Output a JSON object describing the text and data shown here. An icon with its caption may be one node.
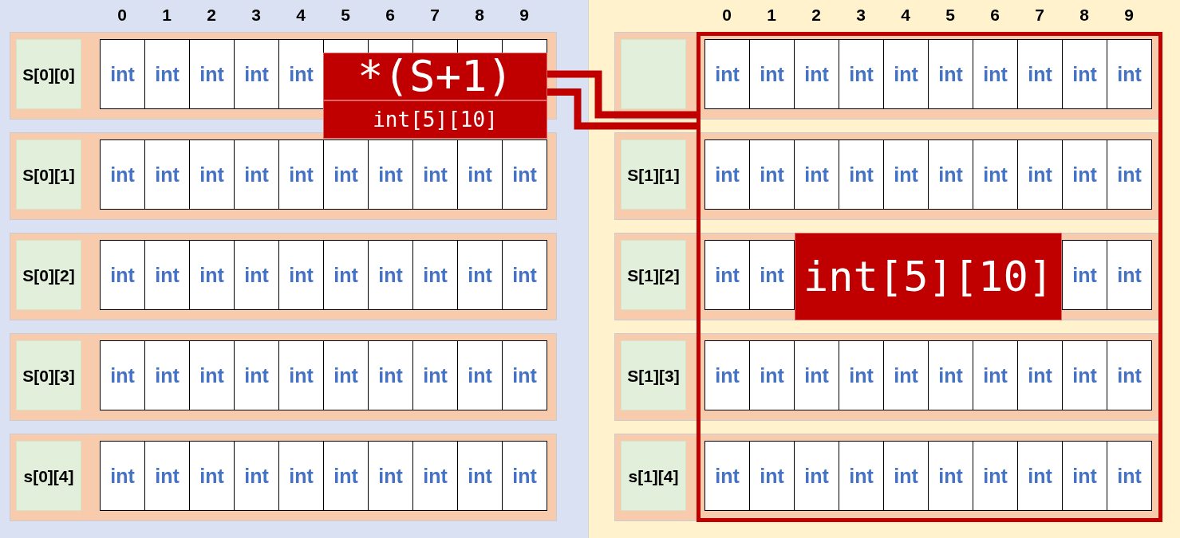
{
  "diagram": {
    "nodes": [
      {
        "text": [],
        "shape": "box"
      },
      {
        "text": [],
        "shape": "box",
        "in": 0
      },
      {
        "text": [
          "S[0][0]"
        ],
        "in": 1
      },
      {
        "text": [
          "int"
        ],
        "in": 1
      },
      {
        "text": [
          "int"
        ],
        "in": 1
      },
      {
        "text": [
          "int"
        ],
        "in": 1
      },
      {
        "text": [
          "int"
        ],
        "in": 1
      },
      {
        "text": [
          "int"
        ],
        "in": 1
      },
      {
        "text": [],
        "shape": "box",
        "in": 1
      },
      {
        "text": [],
        "shape": "box",
        "in": 1
      },
      {
        "text": [],
        "shape": "box",
        "in": 1
      },
      {
        "text": [],
        "shape": "box",
        "in": 1
      },
      {
        "text": [],
        "shape": "box",
        "in": 1
      },
      {
        "text": [
          "*(S+1)"
        ],
        "in": 1
      },
      {
        "text": [
          "int[5][10]"
        ],
        "in": 0
      },
      {
        "text": [],
        "shape": "box",
        "in": 0
      },
      {
        "text": [
          "S[0][1]"
        ],
        "in": 15
      },
      {
        "text": [
          "int"
        ],
        "in": 15
      },
      {
        "text": [
          "int"
        ],
        "in": 15
      },
      {
        "text": [
          "int"
        ],
        "in": 15
      },
      {
        "text": [
          "int"
        ],
        "in": 15
      },
      {
        "text": [
          "int"
        ],
        "in": 15
      },
      {
        "text": [
          "int"
        ],
        "in": 15
      },
      {
        "text": [
          "int"
        ],
        "in": 15
      },
      {
        "text": [
          "int"
        ],
        "in": 15
      },
      {
        "text": [
          "int"
        ],
        "in": 15
      },
      {
        "text": [
          "int"
        ],
        "in": 15
      },
      {
        "text": [],
        "shape": "box",
        "in": 0
      },
      {
        "text": [
          "S[0][2]"
        ],
        "in": 27
      },
      {
        "text": [
          "int"
        ],
        "in": 27
      },
      {
        "text": [
          "int"
        ],
        "in": 27
      },
      {
        "text": [
          "int"
        ],
        "in": 27
      },
      {
        "text": [
          "int"
        ],
        "in": 27
      },
      {
        "text": [
          "int"
        ],
        "in": 27
      },
      {
        "text": [
          "int"
        ],
        "in": 27
      },
      {
        "text": [
          "int"
        ],
        "in": 27
      },
      {
        "text": [
          "int"
        ],
        "in": 27
      },
      {
        "text": [
          "int"
        ],
        "in": 27
      },
      {
        "text": [
          "int"
        ],
        "in": 27
      },
      {
        "text": [],
        "shape": "box",
        "in": 0
      },
      {
        "text": [
          "S[0][3]"
        ],
        "in": 39
      },
      {
        "text": [
          "int"
        ],
        "in": 39
      },
      {
        "text": [
          "int"
        ],
        "in": 39
      },
      {
        "text": [
          "int"
        ],
        "in": 39
      },
      {
        "text": [
          "int"
        ],
        "in": 39
      },
      {
        "text": [
          "int"
        ],
        "in": 39
      },
      {
        "text": [
          "int"
        ],
        "in": 39
      },
      {
        "text": [
          "int"
        ],
        "in": 39
      },
      {
        "text": [
          "int"
        ],
        "in": 39
      },
      {
        "text": [
          "int"
        ],
        "in": 39
      },
      {
        "text": [
          "int"
        ],
        "in": 39
      },
      {
        "text": [],
        "shape": "box",
        "in": 0
      },
      {
        "text": [
          "s[0][4]"
        ],
        "in": 51
      },
      {
        "text": [
          "int"
        ],
        "in": 51
      },
      {
        "text": [
          "int"
        ],
        "in": 51
      },
      {
        "text": [
          "int"
        ],
        "in": 51
      },
      {
        "text": [
          "int"
        ],
        "in": 51
      },
      {
        "text": [
          "int"
        ],
        "in": 51
      },
      {
        "text": [
          "int"
        ],
        "in": 51
      },
      {
        "text": [
          "int"
        ],
        "in": 51
      },
      {
        "text": [
          "int"
        ],
        "in": 51
      },
      {
        "text": [
          "int"
        ],
        "in": 51
      },
      {
        "text": [
          "int"
        ],
        "in": 51
      },
      {
        "text": [],
        "shape": "box"
      },
      {
        "text": [],
        "shape": "box",
        "in": 63
      },
      {
        "text": [],
        "shape": "box",
        "in": 63
      },
      {
        "text": [],
        "shape": "box",
        "in": 65
      },
      {
        "text": [
          "int"
        ],
        "in": 65
      },
      {
        "text": [
          "int"
        ],
        "in": 65
      },
      {
        "text": [
          "int"
        ],
        "in": 65
      },
      {
        "text": [
          "int"
        ],
        "in": 65
      },
      {
        "text": [
          "int"
        ],
        "in": 65
      },
      {
        "text": [
          "int"
        ],
        "in": 65
      },
      {
        "text": [
          "int"
        ],
        "in": 65
      },
      {
        "text": [
          "int"
        ],
        "in": 65
      },
      {
        "text": [
          "int"
        ],
        "in": 65
      },
      {
        "text": [
          "int"
        ],
        "in": 65
      },
      {
        "text": [],
        "shape": "box",
        "in": 63
      },
      {
        "text": [
          "S[1][1]"
        ],
        "in": 77
      },
      {
        "text": [
          "int"
        ],
        "in": 77
      },
      {
        "text": [
          "int"
        ],
        "in": 77
      },
      {
        "text": [
          "int"
        ],
        "in": 77
      },
      {
        "text": [
          "int"
        ],
        "in": 77
      },
      {
        "text": [
          "int"
        ],
        "in": 77
      },
      {
        "text": [
          "int"
        ],
        "in": 77
      },
      {
        "text": [
          "int"
        ],
        "in": 77
      },
      {
        "text": [
          "int"
        ],
        "in": 77
      },
      {
        "text": [
          "int"
        ],
        "in": 77
      },
      {
        "text": [
          "int"
        ],
        "in": 77
      },
      {
        "text": [],
        "shape": "box",
        "in": 63
      },
      {
        "text": [
          "S[1][2]"
        ],
        "in": 89
      },
      {
        "text": [
          "int"
        ],
        "in": 89
      },
      {
        "text": [
          "int"
        ],
        "in": 89
      },
      {
        "text": [
          "int[5][10]"
        ],
        "in": 89
      },
      {
        "text": [
          "int"
        ],
        "in": 89
      },
      {
        "text": [
          "int"
        ],
        "in": 89
      },
      {
        "text": [],
        "shape": "box",
        "in": 63
      },
      {
        "text": [
          "S[1][3]"
        ],
        "in": 96
      },
      {
        "text": [
          "int"
        ],
        "in": 96
      },
      {
        "text": [
          "int"
        ],
        "in": 96
      },
      {
        "text": [
          "int"
        ],
        "in": 96
      },
      {
        "text": [
          "int"
        ],
        "in": 96
      },
      {
        "text": [
          "int"
        ],
        "in": 96
      },
      {
        "text": [
          "int"
        ],
        "in": 96
      },
      {
        "text": [
          "int"
        ],
        "in": 96
      },
      {
        "text": [
          "int"
        ],
        "in": 96
      },
      {
        "text": [
          "int"
        ],
        "in": 96
      },
      {
        "text": [
          "int"
        ],
        "in": 96
      },
      {
        "text": [],
        "shape": "box",
        "in": 63
      },
      {
        "text": [
          "s[1][4]"
        ],
        "in": 108
      },
      {
        "text": [
          "int"
        ],
        "in": 108
      },
      {
        "text": [
          "int"
        ],
        "in": 108
      },
      {
        "text": [
          "int"
        ],
        "in": 108
      },
      {
        "text": [
          "int"
        ],
        "in": 108
      },
      {
        "text": [
          "int"
        ],
        "in": 108
      },
      {
        "text": [
          "int"
        ],
        "in": 108
      },
      {
        "text": [
          "int"
        ],
        "in": 108
      },
      {
        "text": [
          "int"
        ],
        "in": 108
      },
      {
        "text": [
          "int"
        ],
        "in": 108
      },
      {
        "text": [
          "int"
        ],
        "in": 108
      }
    ],
    "edges": [
      {
        "from": 13,
        "to": 64,
        "arrow": "none"
      },
      {
        "from": 13,
        "to": 64,
        "arrow": "none"
      }
    ],
    "labels": [
      "0",
      "1",
      "2",
      "3",
      "4",
      "5",
      "6",
      "7",
      "8",
      "9",
      "0",
      "1",
      "2",
      "3",
      "4",
      "5",
      "6",
      "7",
      "8",
      "9"
    ]
  }
}
